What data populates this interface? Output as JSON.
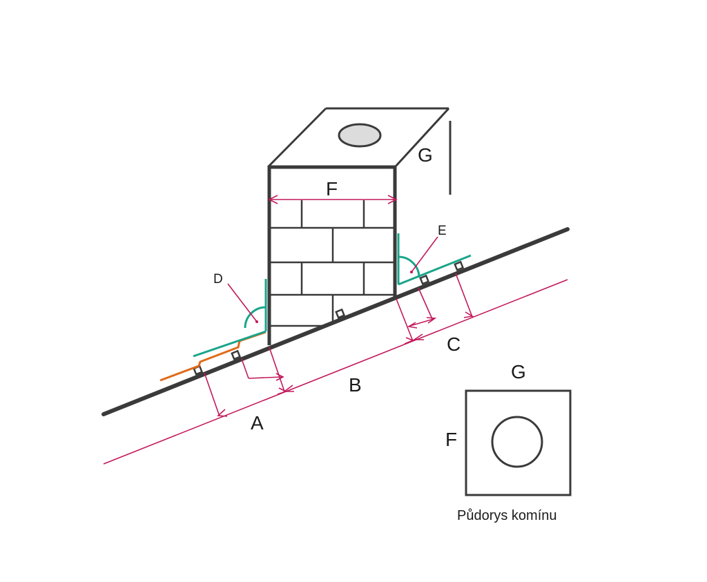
{
  "labels": {
    "A": "A",
    "B": "B",
    "C": "C",
    "D": "D",
    "E": "E",
    "F_width": "F",
    "G_depth": "G",
    "plan_G": "G",
    "plan_F": "F"
  },
  "caption": "Půdorys komínu",
  "colors": {
    "structure": "#3a3a3a",
    "dimension": "#c2185b",
    "flashing_green": "#1aa58a",
    "flashing_orange": "#e06a1a",
    "flue_fill": "#dcdcdc"
  }
}
